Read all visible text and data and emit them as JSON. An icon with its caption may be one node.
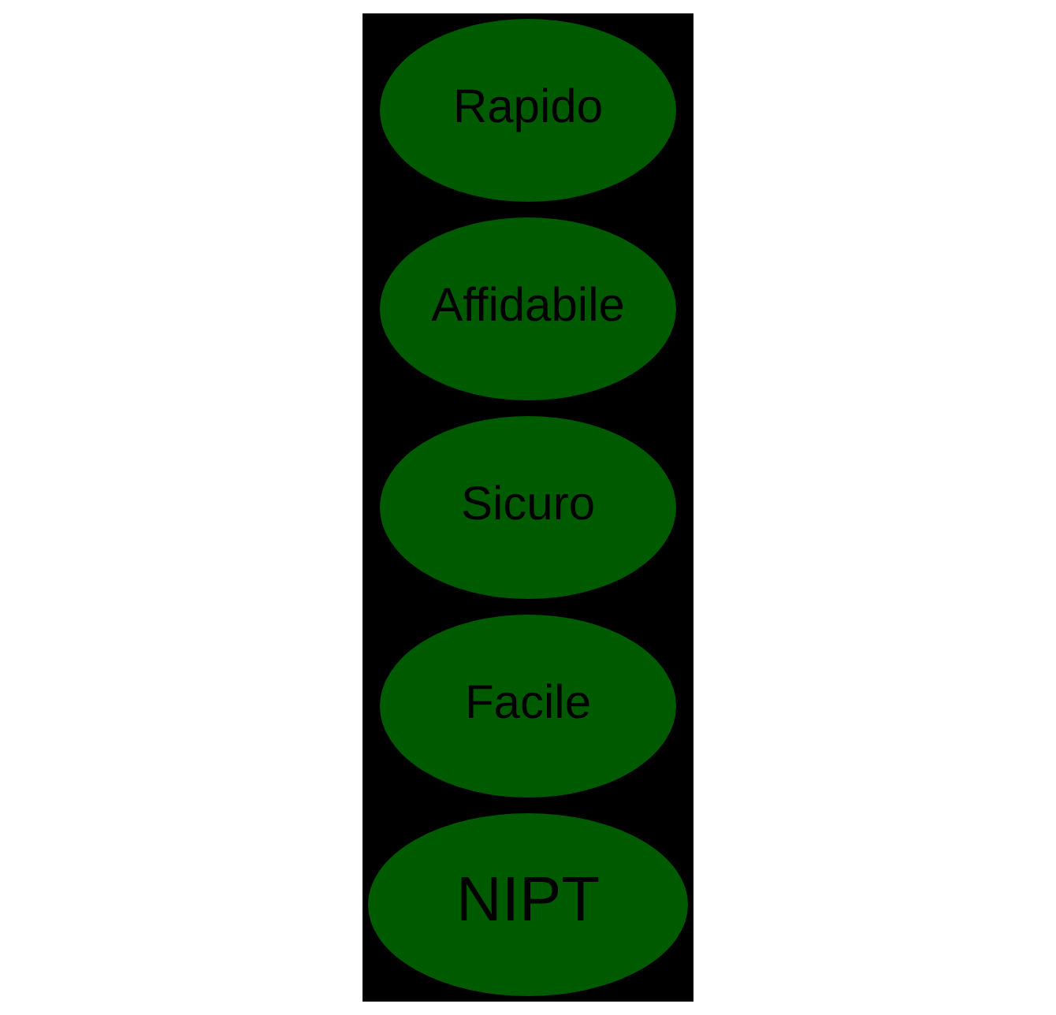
{
  "diagram": {
    "nodes": [
      {
        "text": [
          "NIPT"
        ]
      },
      {
        "text": [
          "Facile"
        ]
      },
      {
        "text": [
          "Sicuro"
        ]
      },
      {
        "text": [
          "Affidabile"
        ]
      },
      {
        "text": [
          "Rapido"
        ]
      }
    ]
  }
}
